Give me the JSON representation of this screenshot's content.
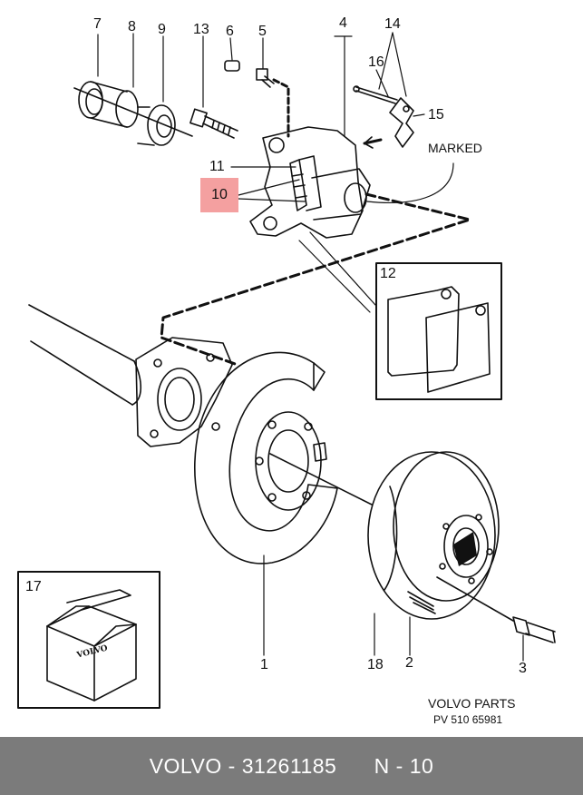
{
  "callouts": {
    "n1": "1",
    "n2": "2",
    "n3": "3",
    "n4": "4",
    "n5": "5",
    "n6": "6",
    "n7": "7",
    "n8": "8",
    "n9": "9",
    "n10": "10",
    "n11": "11",
    "n12": "12",
    "n13": "13",
    "n14": "14",
    "n15": "15",
    "n16": "16",
    "n17": "17",
    "n18": "18"
  },
  "marked_label": "MARKED",
  "box_brand": "VOLVO",
  "credits": {
    "line1": "VOLVO PARTS",
    "line2": "PV 510 65981"
  },
  "highlight": {
    "number": "10",
    "color": "#f4a0a0"
  },
  "footer": {
    "brand": "VOLVO",
    "sep1": " - ",
    "part_number": "31261185",
    "ref": "N - 10",
    "background": "#7b7b7b"
  }
}
